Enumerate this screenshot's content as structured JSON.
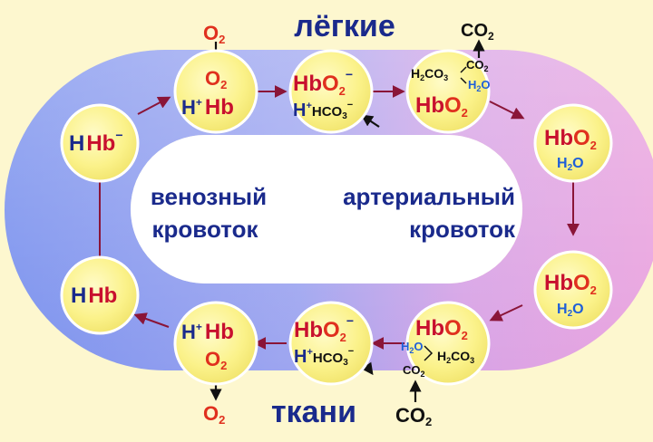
{
  "labels": {
    "lungs": "лёгкие",
    "tissues": "ткани",
    "venous_line1": "венозный",
    "venous_line2": "кровоток",
    "arterial_line1": "артериальный",
    "arterial_line2": "кровоток"
  },
  "symbols": {
    "o2": "O",
    "co2": "CO",
    "h2o": "H",
    "h2co3": "H",
    "hco3": "HCO",
    "hb": "Hb",
    "h": "H",
    "sub2": "2",
    "sub3": "3",
    "plus": "+",
    "minus": "−"
  },
  "colors": {
    "background": "#fdf7cf",
    "venous": "#7f95ee",
    "arterial": "#eaa0dd",
    "node_fill": "#fbf28a",
    "node_edge": "#ffffff",
    "hb_red": "#c8102e",
    "o2_red": "#e0301e",
    "h2o_blue": "#1f5fd8",
    "title_blue": "#1a2a8c",
    "arrow_maroon": "#8a1538"
  }
}
